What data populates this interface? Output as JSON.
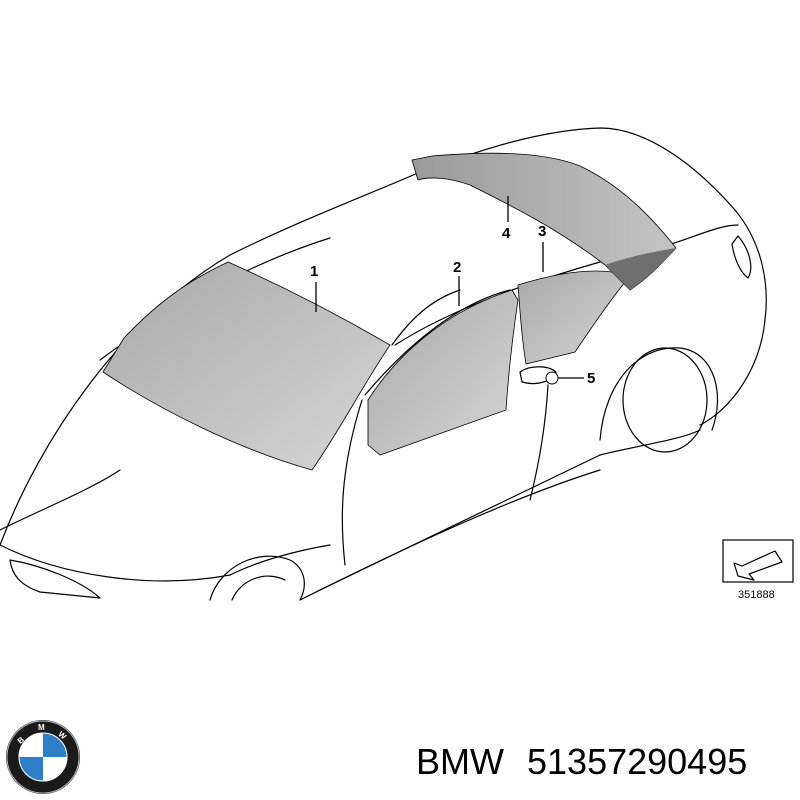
{
  "diagram": {
    "callouts": [
      {
        "id": "1",
        "label": "1",
        "part": "windscreen"
      },
      {
        "id": "2",
        "label": "2",
        "part": "front door window"
      },
      {
        "id": "3",
        "label": "3",
        "part": "rear door window"
      },
      {
        "id": "4",
        "label": "4",
        "part": "rear window"
      },
      {
        "id": "5",
        "label": "5",
        "part": "door glass guide"
      }
    ],
    "reference_number": "351888"
  },
  "caption": {
    "brand": "BMW",
    "part_number": "51357290495"
  },
  "logo": {
    "text": "BMW",
    "colors": {
      "ring": "#1a1a1a",
      "blue": "#2e7fc7",
      "white": "#ffffff"
    }
  },
  "colors": {
    "glass": "#b4b4b4",
    "glass_dark": "#7d7d7d",
    "outline": "#000000"
  }
}
